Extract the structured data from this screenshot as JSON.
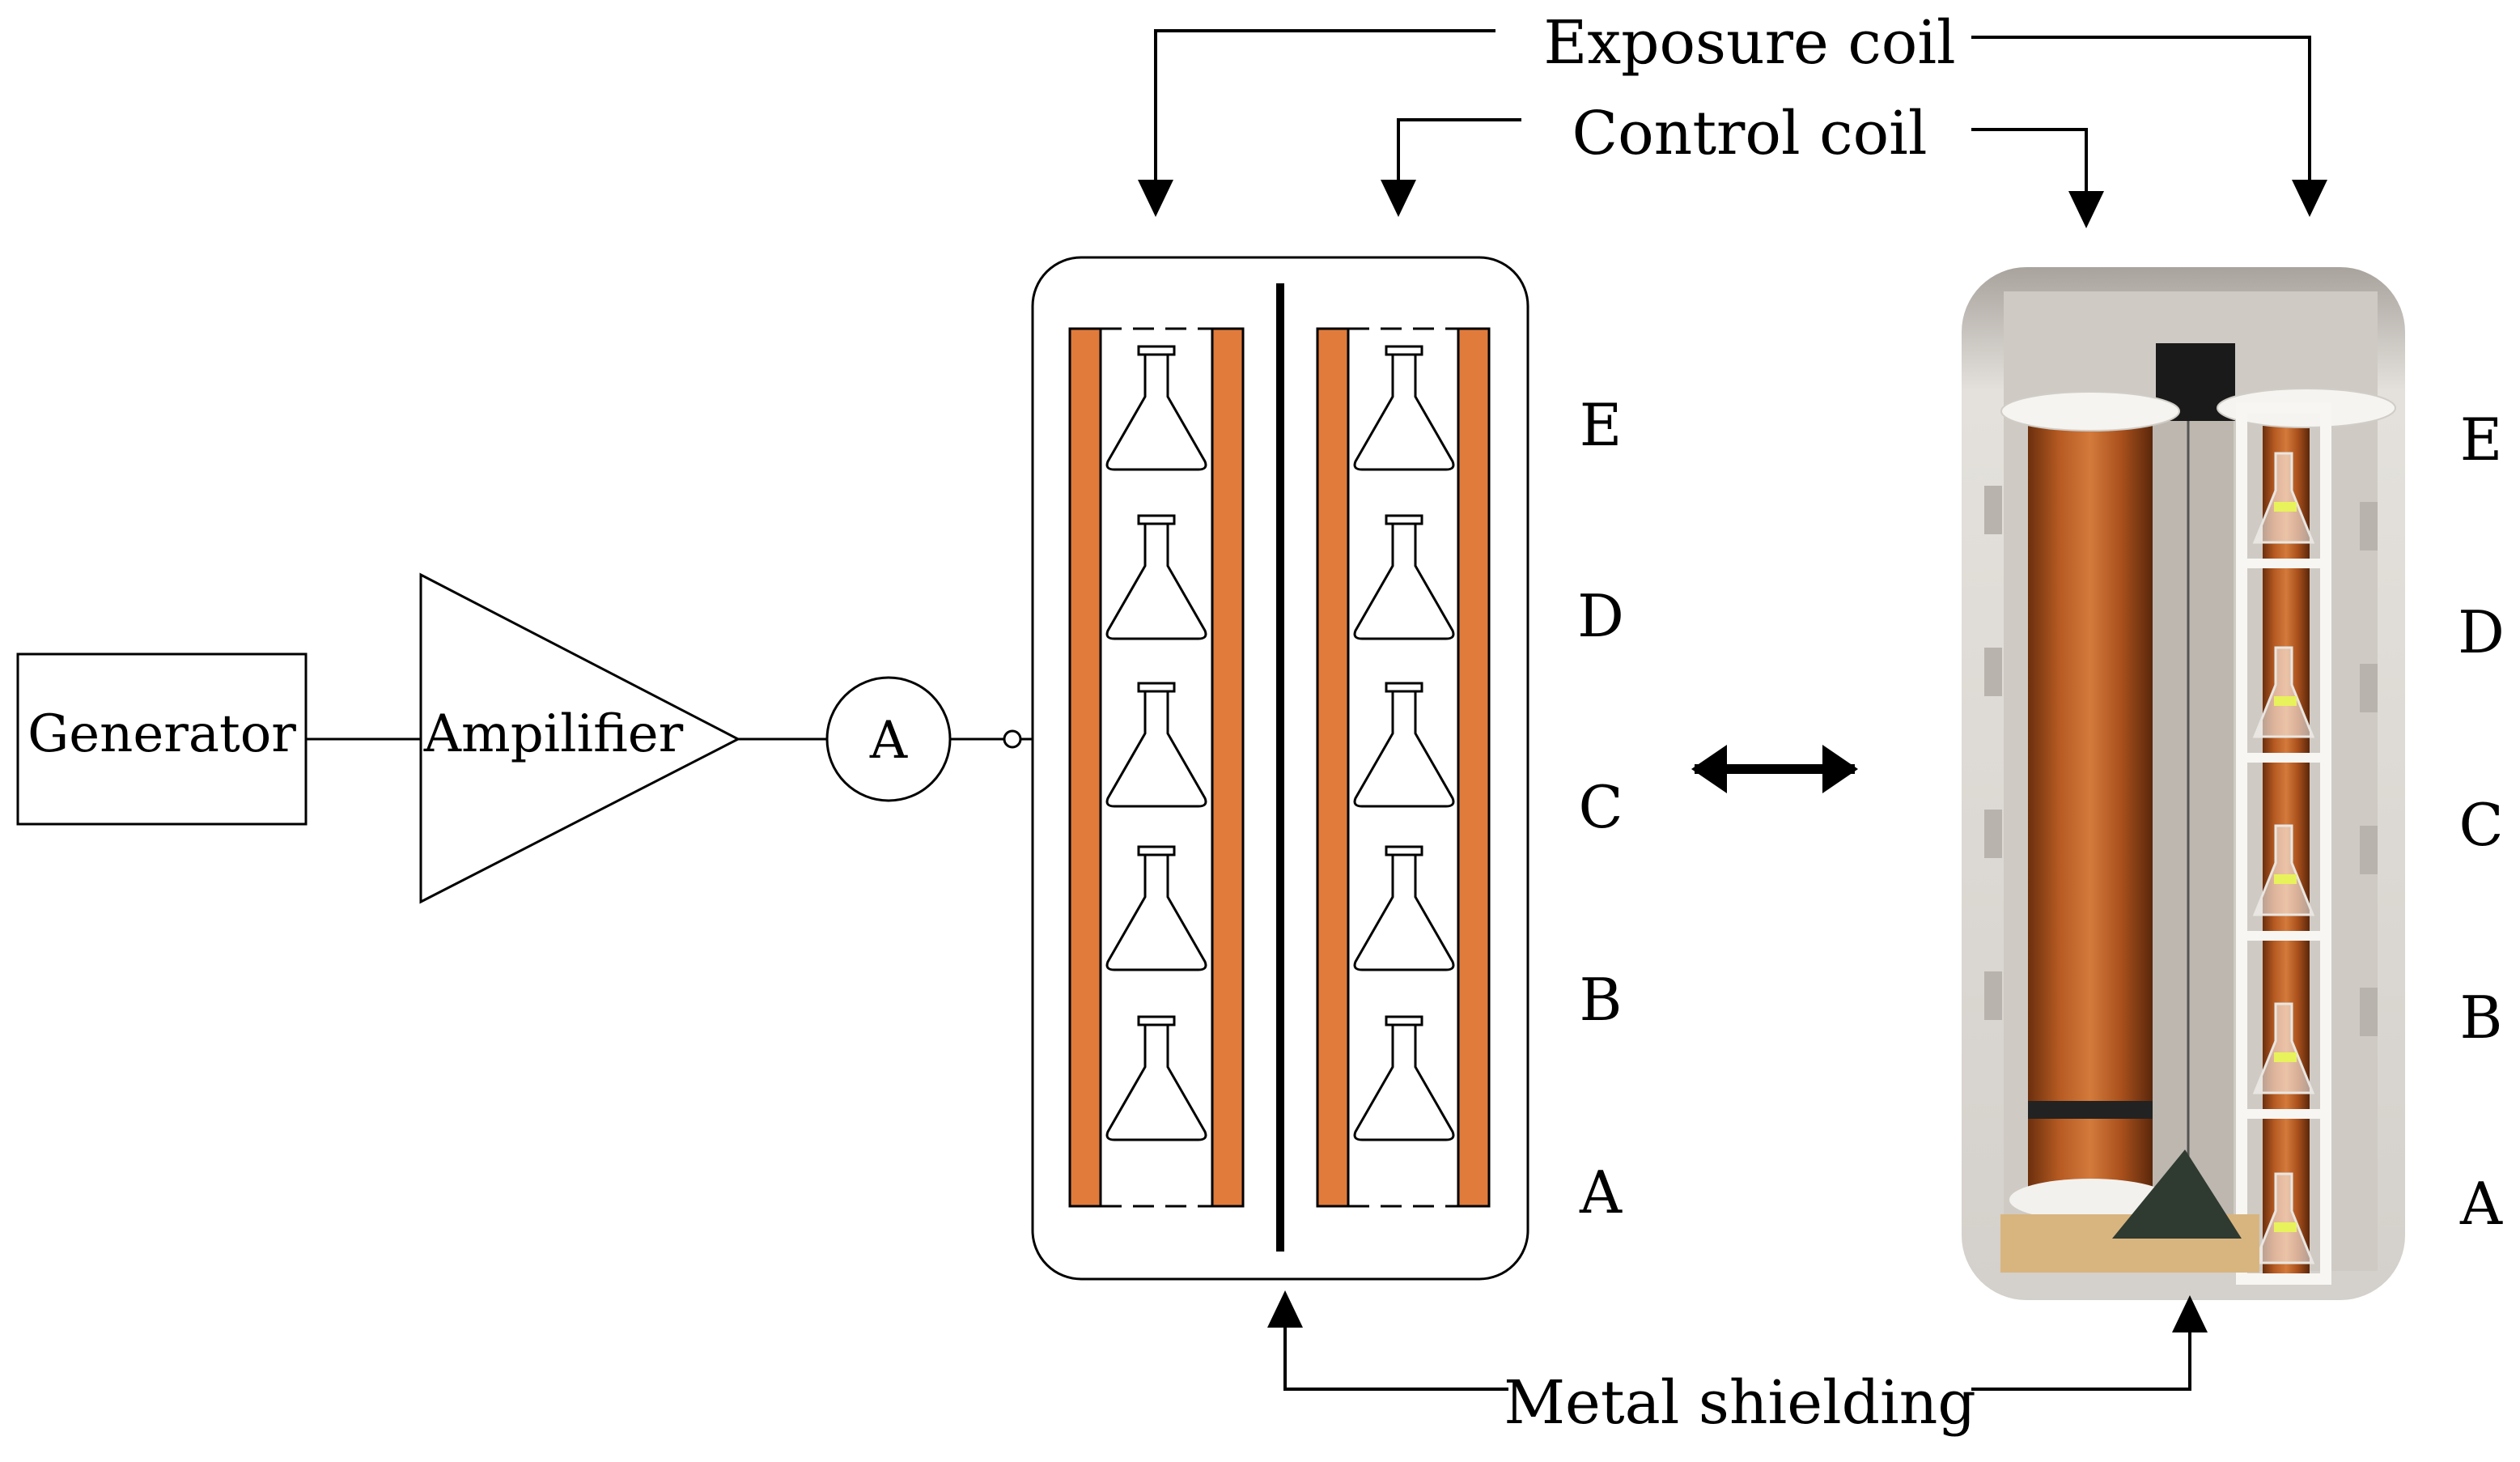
{
  "labels": {
    "generator": "Generator",
    "amplifier": "Ampilifier",
    "ammeter": "A",
    "exposure_coil": "Exposure coil",
    "control_coil": "Control coil",
    "metal_shielding": "Metal shielding"
  },
  "positions": [
    "E",
    "D",
    "C",
    "B",
    "A"
  ],
  "colors": {
    "coil": "#e07b3c",
    "stroke": "#000000",
    "copper_dark": "#7a3a12",
    "copper_light": "#c8692a",
    "photo_bg": "#d9d6d2",
    "white_frame": "#f7f6f3",
    "wood": "#d8b57f"
  }
}
